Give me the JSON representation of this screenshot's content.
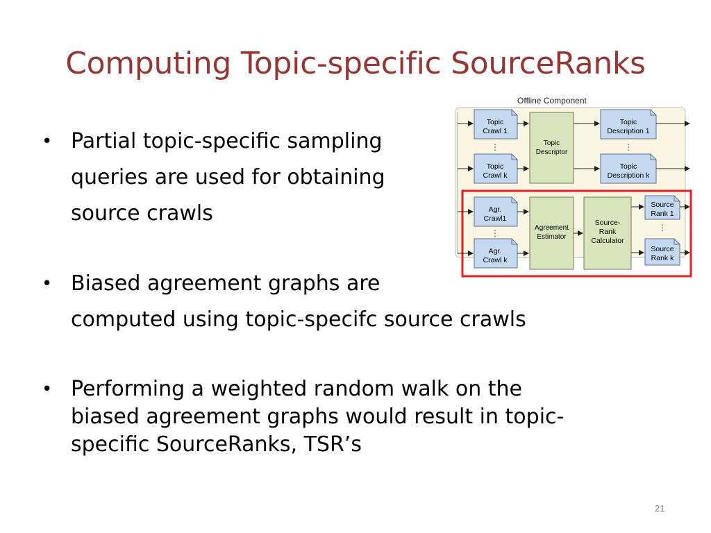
{
  "slide": {
    "title": "Computing Topic-specific SourceRanks",
    "bullets": [
      {
        "lines": [
          "Partial topic-specific sampling",
          "queries are used for obtaining",
          "source crawls"
        ]
      },
      {
        "lines": [
          "Biased agreement graphs are",
          "computed using topic-specifc source crawls"
        ]
      },
      {
        "lines": [
          "Performing a weighted random walk on the",
          "biased agreement graphs would result in topic-",
          "specific SourceRanks, TSR’s"
        ]
      }
    ],
    "bullet_symbol": "•",
    "page_number": "21"
  },
  "diagram": {
    "header": "Offline Component",
    "topic_crawl_1": [
      "Topic",
      "Crawl 1"
    ],
    "topic_crawl_k": [
      "Topic",
      "Crawl k"
    ],
    "topic_descriptor": [
      "Topic",
      "Descriptor"
    ],
    "topic_description_1": [
      "Topic",
      "Description 1"
    ],
    "topic_description_k": [
      "Topic",
      "Description k"
    ],
    "agr_crawl_1": [
      "Agr.",
      "Crawl1"
    ],
    "agr_crawl_k": [
      "Agr.",
      "Crawl k"
    ],
    "agreement_estimator": [
      "Agreement",
      "Estimator"
    ],
    "sourcerank_calculator": [
      "Source-",
      "Rank",
      "Calculator"
    ],
    "source_rank_1": [
      "Source",
      "Rank 1"
    ],
    "source_rank_k": [
      "Source",
      "Rank k"
    ],
    "colors": {
      "doc_fill": "#c5d9f1",
      "process_fill": "#d7e4bc",
      "panel_fill": "#fbf6e4",
      "highlight": "#e02020"
    }
  }
}
